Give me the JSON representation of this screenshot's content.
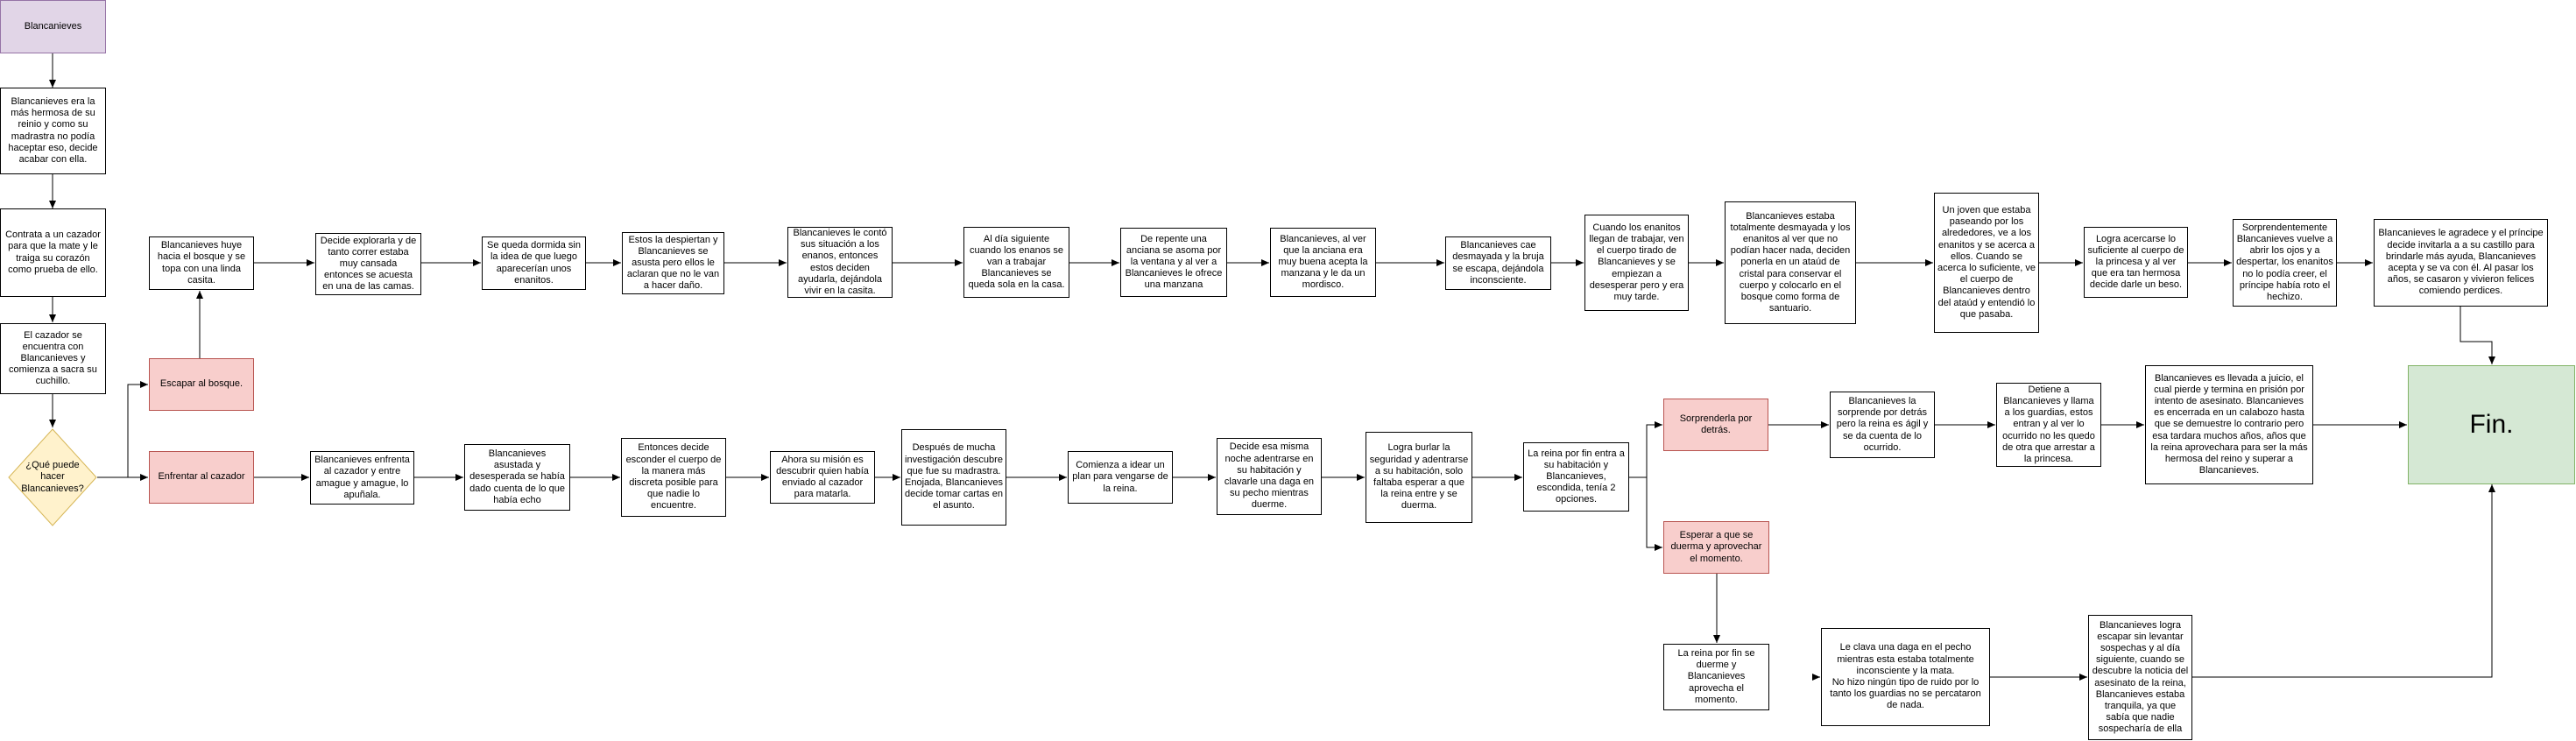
{
  "diagram": {
    "start": "Blancanieves",
    "intro1": "Blancanieves era la más hermosa de su reinio y como su madrastra no podía haceptar eso, decide acabar con ella.",
    "intro2": "Contrata a un cazador para que la mate y le traiga su corazón como prueba de ello.",
    "intro3": "El cazador se encuentra con Blancanieves y comienza a sacra su cuchillo.",
    "decision": "¿Qué puede hacer Blancanieves?",
    "escape_choice": "Escapar al bosque.",
    "fight_choice": "Enfrentar al cazador",
    "top": [
      "Blancanieves huye hacia el bosque y se topa con una linda casita.",
      "Decide explorarla y de tanto correr estaba muy cansada entonces se acuesta en una de las camas.",
      "Se queda dormida sin la idea de que luego aparecerían unos enanitos.",
      "Estos la despiertan y Blancanieves se asusta pero ellos le aclaran que no le van a hacer daño.",
      "Blancanieves le contó sus situación a los enanos, entonces estos deciden ayudarla, dejándola vivir en la casita.",
      "Al día siguiente cuando los enanos se van a trabajar Blancanieves se queda sola en la casa.",
      "De repente una anciana se asoma por la ventana y al ver a Blancanieves le ofrece una manzana",
      "Blancanieves, al ver que la anciana era muy buena acepta la manzana y le da un mordisco.",
      "Blancanieves cae desmayada y la bruja se escapa, dejándola inconsciente.",
      "Cuando los enanitos llegan de trabajar, ven el cuerpo tirado de Blancanieves  y se empiezan a desesperar pero y era muy tarde.",
      "Blancanieves estaba totalmente desmayada y los enanitos al ver que no podían hacer nada, deciden ponerla en un ataúd de cristal para conservar el cuerpo y colocarlo en el bosque como forma de santuario.",
      "Un joven que estaba paseando por los alrededores, ve a los enanitos y se acerca a ellos. Cuando se acerca lo suficiente, ve el cuerpo de Blancanieves dentro del ataúd y entendió lo que pasaba.",
      "Logra acercarse lo suficiente al cuerpo de la princesa y al ver que era tan hermosa decide darle un beso.",
      "Sorprendentemente Blancanieves vuelve a abrir los ojos y a despertar, los enanitos no lo podía creer, el príncipe había roto el hechizo.",
      "Blancanieves le agradece y el príncipe decide invitarla a a su castillo para brindarle más ayuda, Blancanieves acepta y se va con él. Al pasar los años, se casaron y vivieron felices comiendo perdices."
    ],
    "mid": [
      "Blancanieves enfrenta al cazador y entre amague y amague, lo apuñala.",
      "Blancanieves asustada y desesperada se había dado cuenta de lo que había echo",
      "Entonces decide esconder el cuerpo de la manera más discreta posible para que nadie lo encuentre.",
      "Ahora su misión es descubrir quien había enviado al cazador para matarla.",
      "Después de mucha investigación descubre que fue su madrastra. Enojada, Blancanieves decide tomar cartas en el asunto.",
      "Comienza  a idear un plan para vengarse de la reina.",
      "Decide esa misma noche adentrarse en su habitación y clavarle una daga en su pecho mientras duerme.",
      "Logra burlar la seguridad y adentrarse a su habitación, solo faltaba esperar a que la reina entre y se duerma.",
      "La reina por fin entra a su habitación y Blancanieves, escondida, tenía 2 opciones."
    ],
    "surprise_choice": "Sorprenderla por detrás.",
    "wait_choice": "Esperar a que se duerma y aprovechar el momento.",
    "surprise": [
      "Blancanieves la sorprende por detrás pero la reina es ágil y se da cuenta de lo ocurrido.",
      "Detiene a Blancanieves y llama a los guardias, estos entran y al ver lo ocurrido no les quedo de otra que arrestar a  la princesa.",
      "Blancanieves es llevada a juicio, el cual pierde y termina en prisión por intento de asesinato. Blancanieves es encerrada en un calabozo hasta que se demuestre lo contrario pero esa tardara muchos años, años que la reina aprovechara para ser la más hermosa del reino y superar a Blancanieves."
    ],
    "wait": [
      "La reina por fin se duerme y Blancanieves aprovecha el momento.",
      "Le clava una daga en el pecho mientras esta estaba totalmente inconsciente y la mata.\nNo hizo ningún tipo de ruido por lo tanto los guardias no se percataron de nada.",
      "Blancanieves logra escapar sin levantar sospechas y al día siguiente, cuando se descubre la noticia del asesinato de la reina, Blancanieves estaba tranquila, ya que sabía que nadie sospecharía de ella"
    ],
    "end": "Fin."
  }
}
